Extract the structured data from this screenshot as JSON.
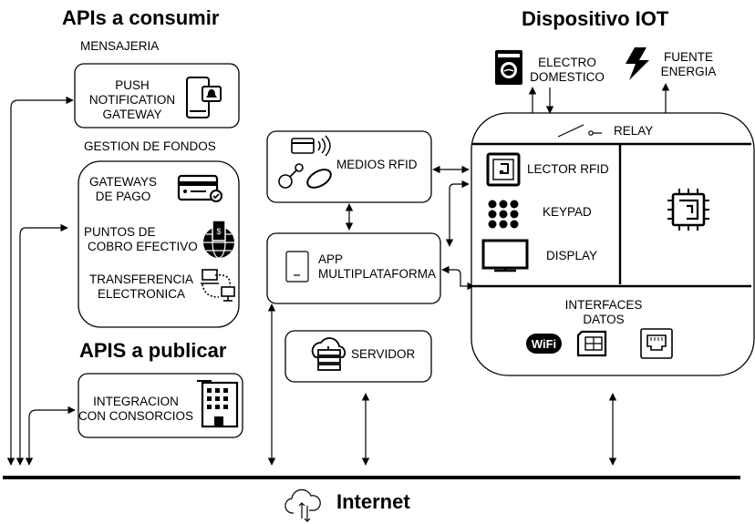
{
  "headings": {
    "apis_consume": "APIs a consumir",
    "apis_publish": "APIS a publicar",
    "device": "Dispositivo IOT",
    "internet": "Internet"
  },
  "sections": {
    "messaging": "MENSAJERIA",
    "funds": "GESTION DE FONDOS"
  },
  "nodes": {
    "push": [
      "PUSH",
      "NOTIFICATION",
      "GATEWAY"
    ],
    "payment_gateways": [
      "GATEWAYS",
      "DE PAGO"
    ],
    "cash_points": [
      "PUNTOS DE",
      "COBRO EFECTIVO"
    ],
    "transfer": [
      "TRANSFERENCIA",
      "ELECTRONICA"
    ],
    "consortium": [
      "INTEGRACION",
      "CON CONSORCIOS"
    ],
    "rfid_media": "MEDIOS RFID",
    "app": [
      "APP",
      "MULTIPLATAFORMA"
    ],
    "server": "SERVIDOR",
    "appliance": [
      "ELECTRO",
      "DOMESTICO"
    ],
    "power": [
      "FUENTE",
      "ENERGIA"
    ],
    "relay": "RELAY",
    "rfid_reader": "LECTOR RFID",
    "keypad": "KEYPAD",
    "display": "DISPLAY",
    "interfaces": [
      "INTERFACES",
      "DATOS"
    ],
    "wifi": "WiFi"
  }
}
